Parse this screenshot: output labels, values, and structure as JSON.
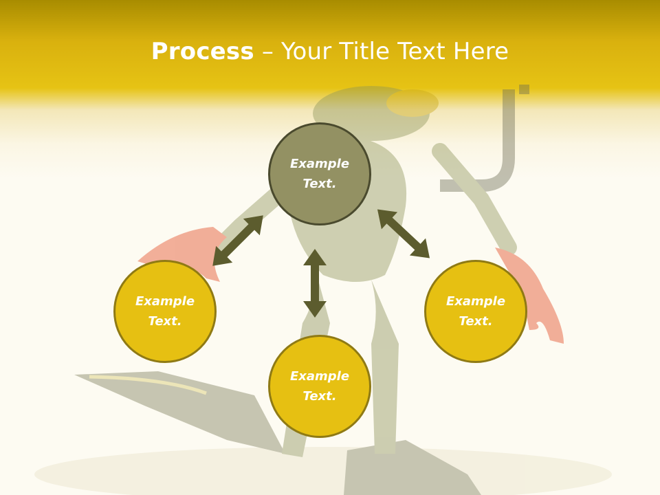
{
  "slide": {
    "title_bold": "Process",
    "title_dash": " – ",
    "title_rest": "Your Title Text Here",
    "nodes": [
      {
        "id": "top",
        "text": "Example Text."
      },
      {
        "id": "left",
        "text": "Example Text."
      },
      {
        "id": "right",
        "text": "Example Text."
      },
      {
        "id": "bottom",
        "text": "Example Text."
      }
    ],
    "colors": {
      "header_gold": "#e6c314",
      "node_gold": "#e6c012",
      "node_olive": "#939163",
      "arrow": "#5c5c2e"
    }
  }
}
